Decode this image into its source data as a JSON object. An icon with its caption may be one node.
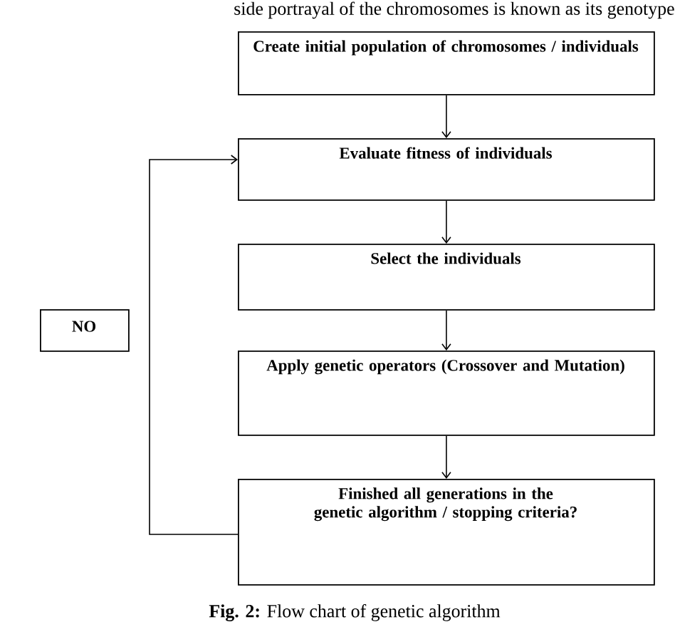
{
  "diagram": {
    "caption": "**Fig. 2:** Flow chart of genetic algorithm",
    "nodes": [
      {
        "text": [
          "Create initial population of chromosomes / individuals"
        ]
      },
      {
        "text": [
          "Evaluate fitness of individuals"
        ]
      },
      {
        "text": [
          "Select the individuals"
        ]
      },
      {
        "text": [
          "Apply genetic operators (Crossover and Mutation)"
        ]
      },
      {
        "text": [
          "Finished all generations in the genetic algorithm / stopping criteria?"
        ]
      },
      {
        "text": [
          "NO"
        ]
      }
    ],
    "edges": [
      {
        "from": 0,
        "to": 1,
        "arrow": "to"
      },
      {
        "from": 1,
        "to": 2,
        "arrow": "to"
      },
      {
        "from": 2,
        "to": 3,
        "arrow": "to"
      },
      {
        "from": 3,
        "to": 4,
        "arrow": "to"
      },
      {
        "from": 4,
        "to": 1,
        "arrow": "to"
      }
    ],
    "labels": [
      "side portrayal of the chromosomes is known as its genotype"
    ]
  }
}
